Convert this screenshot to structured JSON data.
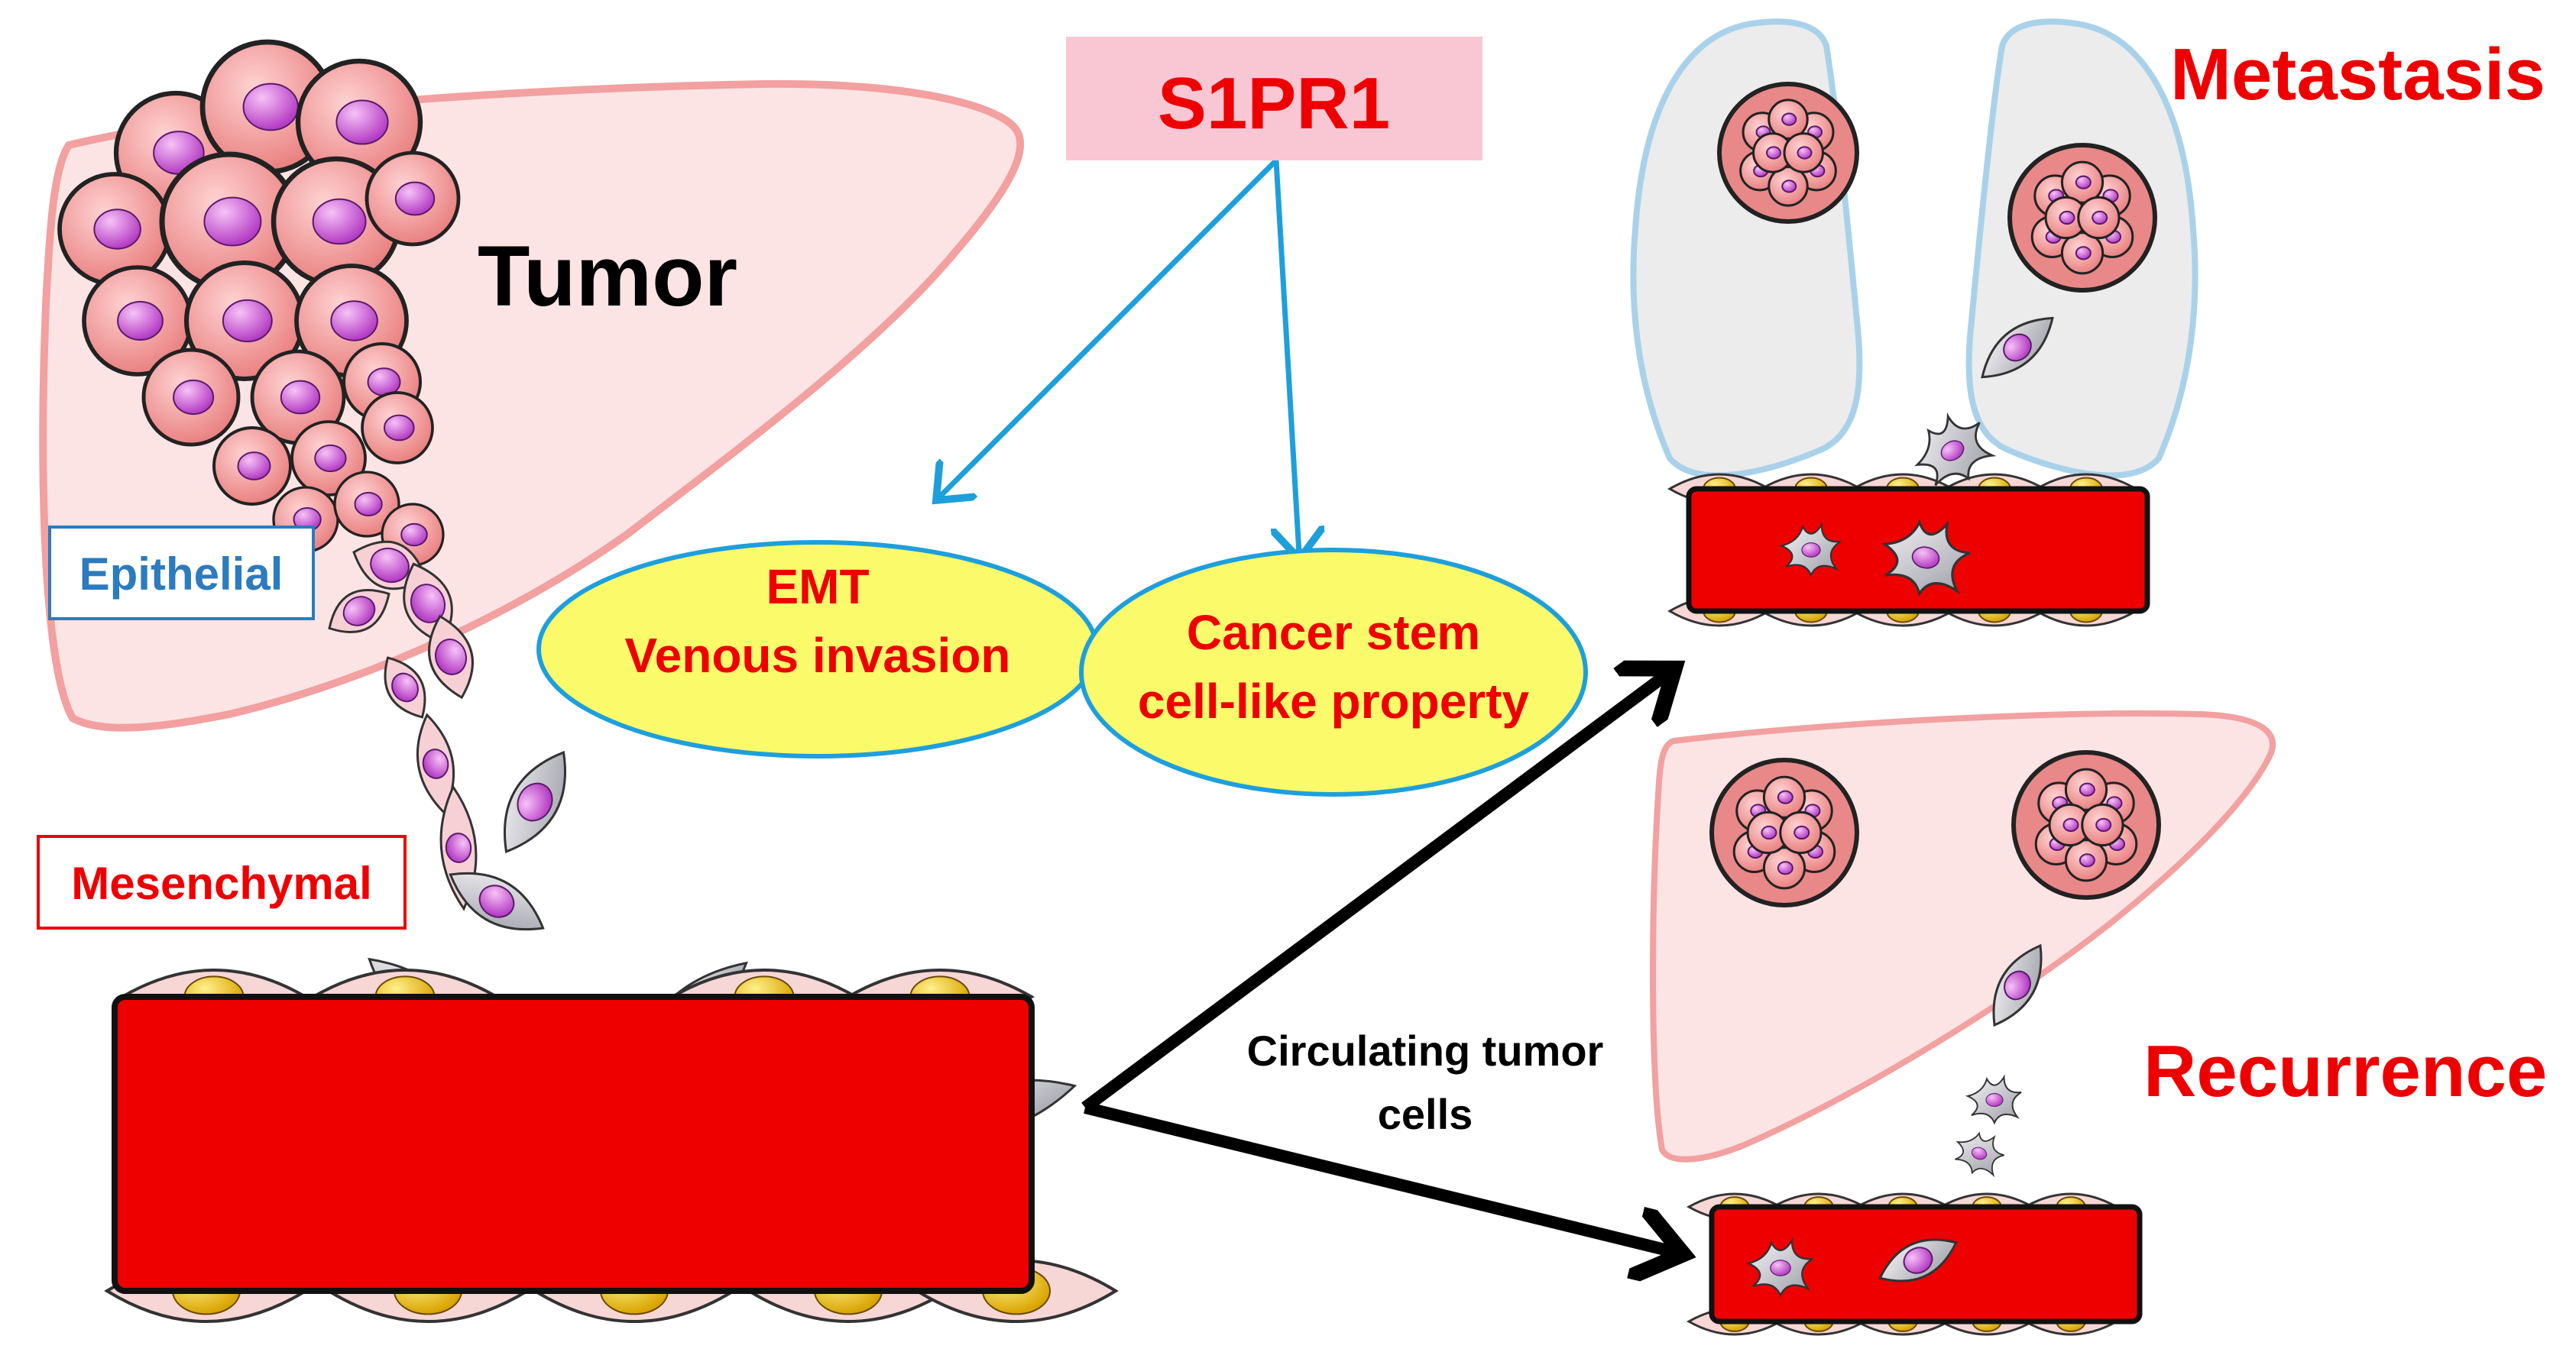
{
  "s1pr1": "S1PR1",
  "tumor": "Tumor",
  "epithelial": "Epithelial",
  "mesenchymal": "Mesenchymal",
  "emt": {
    "line1": "EMT",
    "line2": "Venous invasion"
  },
  "stem": {
    "line1": "Cancer stem",
    "line2": "cell-like property"
  },
  "ctc": {
    "line1": "Circulating tumor",
    "line2": "cells"
  },
  "metastasis": "Metastasis",
  "recurrence": "Recurrence",
  "colors": {
    "accent_red": "#ee0000",
    "vessel_red": "#ee0000",
    "arrow_blue": "#1e9fdc",
    "label_blue": "#2b7bbf",
    "ellipse_fill": "#fafa6b",
    "s1pr1_box": "#f9c6d3"
  }
}
